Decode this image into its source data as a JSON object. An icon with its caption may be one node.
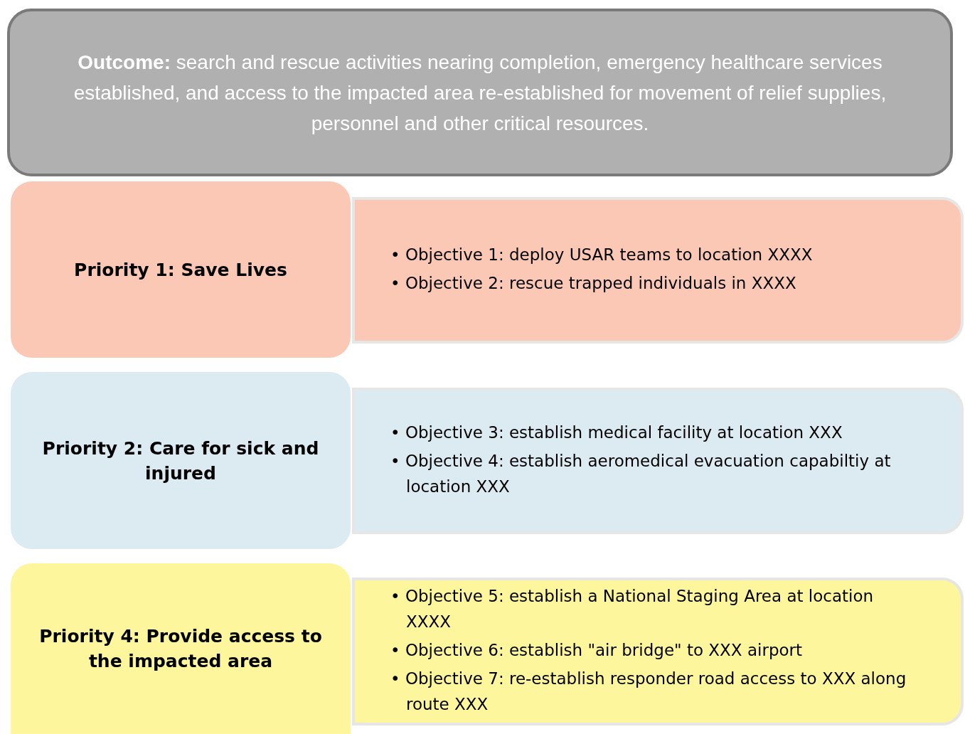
{
  "diagram": {
    "nodes": [
      {
        "text": [
          "**Outcome:** search and rescue activities nearing completion, emergency healthcare services established, and access to the impacted area re-established for movement of relief supplies, personnel and other critical resources."
        ]
      },
      {
        "text": [
          "Priority 1: Save Lives"
        ]
      },
      {
        "text": [
          "• Objective 1: deploy USAR teams to location XXXX",
          "• Objective 2: rescue trapped individuals in XXXX"
        ]
      },
      {
        "text": [
          "Priority 2: Care for sick and injured"
        ]
      },
      {
        "text": [
          "• Objective 3: establish medical facility at location XXX",
          "• Objective 4: establish aeromedical evacuation capabiltiy at location XXX"
        ]
      },
      {
        "text": [
          "Priority 4: Provide access to the impacted area"
        ]
      },
      {
        "text": [
          "• Objective 5: establish a National Staging Area at location XXXX",
          "• Objective 6: establish \"air bridge\" to XXX airport",
          "• Objective 7: re-establish responder road access to XXX along route XXX"
        ]
      }
    ]
  }
}
